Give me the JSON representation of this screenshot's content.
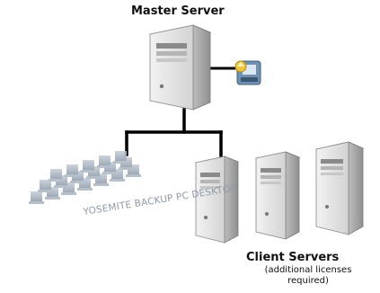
{
  "labels": {
    "master_server": "Master Server",
    "client_servers": "Client Servers",
    "client_note": "(additional licenses required)",
    "desktop_label": "YOSEMITE BACKUP PC DESKTOP"
  },
  "icons": {
    "master_server": "tower-server-icon",
    "backup_badge": "backup-agent-icon",
    "desktops": "desktop-pc-icon",
    "client_servers": "tower-server-icon"
  },
  "colors": {
    "line": "#000000",
    "server_body": "#dcdcdc",
    "server_shade": "#a9a9a9",
    "desktop": "#9aa8b8"
  }
}
